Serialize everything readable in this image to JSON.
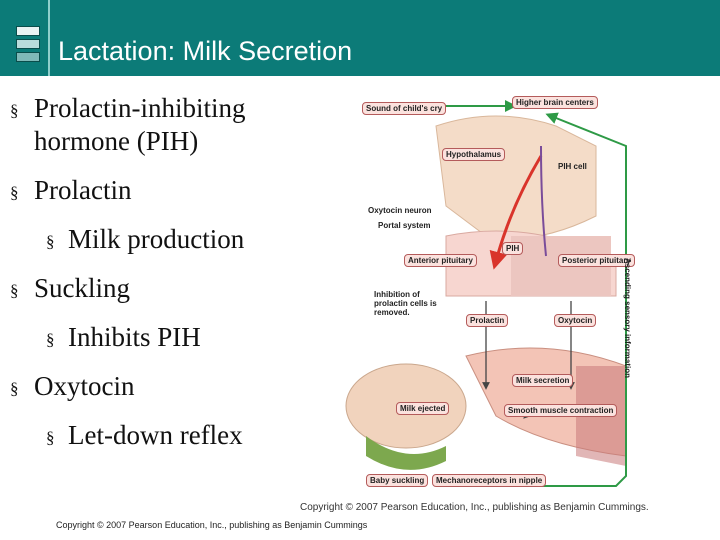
{
  "slide": {
    "title": "Lactation: Milk Secretion",
    "bullets": [
      {
        "marker": "§",
        "text": "Prolactin-inhibiting hormone (PIH)"
      },
      {
        "marker": "§",
        "text": "Prolactin"
      },
      {
        "marker": "§",
        "text": "Milk production"
      },
      {
        "marker": "§",
        "text": "Suckling"
      },
      {
        "marker": "§",
        "text": "Inhibits PIH"
      },
      {
        "marker": "§",
        "text": "Oxytocin"
      },
      {
        "marker": "§",
        "text": "Let-down reflex"
      }
    ],
    "footer": "Copyright © 2007 Pearson Education, Inc., publishing as Benjamin Cummings"
  },
  "figure": {
    "labels": {
      "sound": "Sound of child's cry",
      "higher_brain": "Higher brain centers",
      "hypothalamus": "Hypothalamus",
      "pih_cell": "PIH cell",
      "oxytocin_neuron": "Oxytocin neuron",
      "portal_system": "Portal system",
      "pih": "PIH",
      "anterior_pituitary": "Anterior pituitary",
      "posterior_pituitary": "Posterior pituitary",
      "inhibition": "Inhibition of prolactin cells is removed.",
      "prolactin": "Prolactin",
      "oxytocin": "Oxytocin",
      "ascending": "Ascending sensory information",
      "milk_secretion": "Milk secretion",
      "milk_ejected": "Milk ejected",
      "smooth_muscle": "Smooth muscle contraction",
      "baby_suckling": "Baby suckling",
      "mechanoreceptors": "Mechanoreceptors in nipple"
    },
    "copyright": "Copyright © 2007 Pearson Education, Inc., publishing as Benjamin Cummings."
  },
  "colors": {
    "title_bar": "#0c7b78",
    "box_fill": "#fbe2de",
    "box_border": "#b45b5b",
    "sensory_arrow": "#2e9a46",
    "pih_arrow": "#d9342b"
  }
}
